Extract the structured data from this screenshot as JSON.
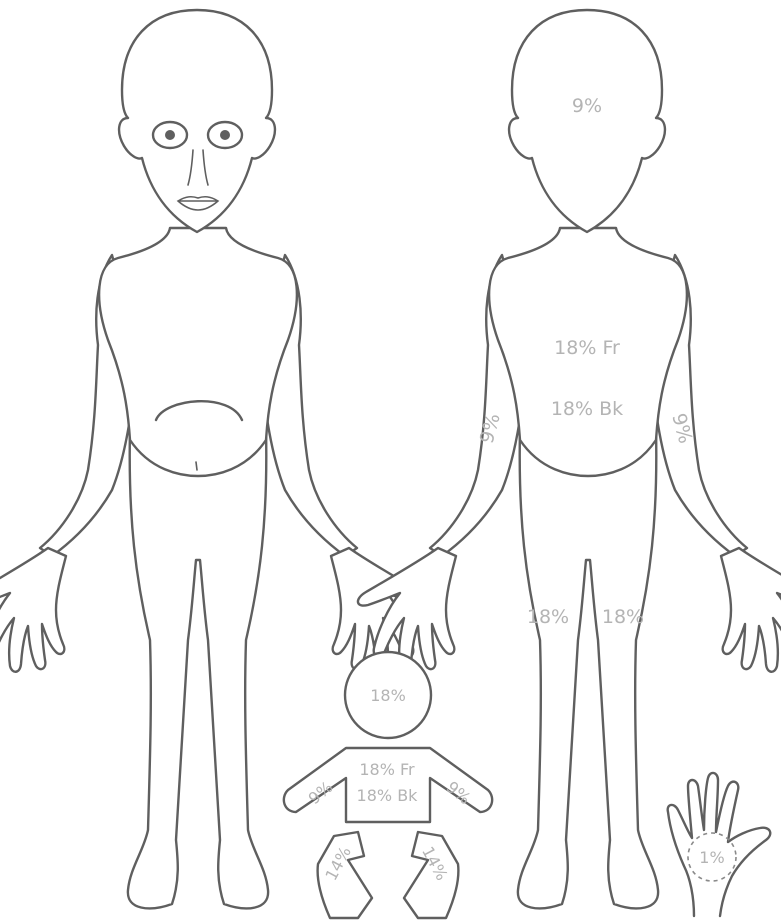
{
  "labels": {
    "back_head": "9%",
    "back_trunk_front": "18% Fr",
    "back_trunk_back": "18% Bk",
    "back_left_arm": "9%",
    "back_right_arm": "9%",
    "back_left_leg": "18%",
    "back_right_leg": "18%",
    "infant_head": "18%",
    "infant_trunk_front": "18% Fr",
    "infant_trunk_back": "18% Bk",
    "infant_left_arm": "9%",
    "infant_right_arm": "9%",
    "infant_left_leg": "14%",
    "infant_right_leg": "14%",
    "palm": "1%"
  }
}
